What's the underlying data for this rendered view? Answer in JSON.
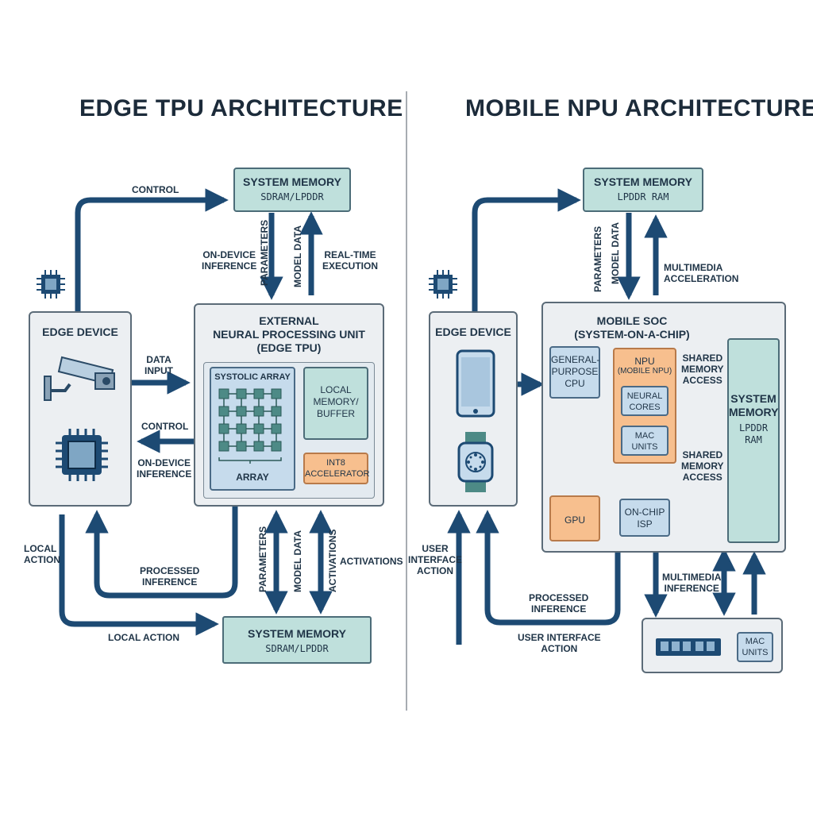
{
  "left": {
    "title": "EDGE TPU ARCHITECTURE",
    "system_memory_top": {
      "title": "SYSTEM MEMORY",
      "subtitle": "SDRAM/LPDDR"
    },
    "edge_device": {
      "title": "EDGE DEVICE"
    },
    "npu": {
      "title": "EXTERNAL\nNEURAL PROCESSING UNIT\n(EDGE TPU)"
    },
    "systolic": {
      "title": "SYSTOLIC ARRAY",
      "array_label": "ARRAY"
    },
    "local_memory": "LOCAL\nMEMORY/\nBUFFER",
    "int8": "INT8\nACCELERATOR",
    "system_memory_bottom": {
      "title": "SYSTEM MEMORY",
      "subtitle": "SDRAM/LPDDR"
    },
    "labels": {
      "control_top": "CONTROL",
      "on_device_inference_top": "ON-DEVICE\nINFERENCE",
      "parameters_top": "PARAMETERS",
      "model_data_top": "MODEL DATA",
      "real_time_execution": "REAL-TIME\nEXECUTION",
      "data_input": "DATA\nINPUT",
      "control_mid": "CONTROL",
      "on_device_inference_mid": "ON-DEVICE\nINFERENCE",
      "local_action_left": "LOCAL\nACTION",
      "processed_inference": "PROCESSED\nINFERENCE",
      "local_action_bottom": "LOCAL ACTION",
      "parameters_bottom": "PARAMETERS",
      "model_data_bottom": "MODEL DATA",
      "activations_v": "ACTIVATIONS",
      "activations_h": "ACTIVATIONS"
    }
  },
  "right": {
    "title": "MOBILE NPU ARCHITECTURE",
    "system_memory_top": {
      "title": "SYSTEM MEMORY",
      "subtitle": "LPDDR RAM"
    },
    "edge_device": {
      "title": "EDGE DEVICE"
    },
    "soc": {
      "title": "MOBILE SOC\n(SYSTEM-ON-A-CHIP)"
    },
    "cpu": "GENERAL-\nPURPOSE\nCPU",
    "npu": {
      "title": "NPU",
      "subtitle": "(MOBILE NPU)"
    },
    "neural_cores": "NEURAL\nCORES",
    "mac_units": "MAC\nUNITS",
    "gpu": "GPU",
    "isp": "ON-CHIP\nISP",
    "system_memory_side": {
      "title": "SYSTEM\nMEMORY",
      "subtitle": "LPDDR\nRAM"
    },
    "mac_units_bottom": "MAC\nUNITS",
    "labels": {
      "parameters": "PARAMETERS",
      "model_data": "MODEL DATA",
      "multimedia_acceleration": "MULTIMEDIA\nACCELERATION",
      "shared_memory_access_top": "SHARED\nMEMORY\nACCESS",
      "shared_memory_access_bottom": "SHARED\nMEMORY\nACCESS",
      "user_interface_action_left": "USER\nINTERFACE\nACTION",
      "processed_inference": "PROCESSED\nINFERENCE",
      "user_interface_action_bottom": "USER INTERFACE\nACTION",
      "multimedia_inference": "MULTIMEDIA\nINFERENCE"
    }
  }
}
